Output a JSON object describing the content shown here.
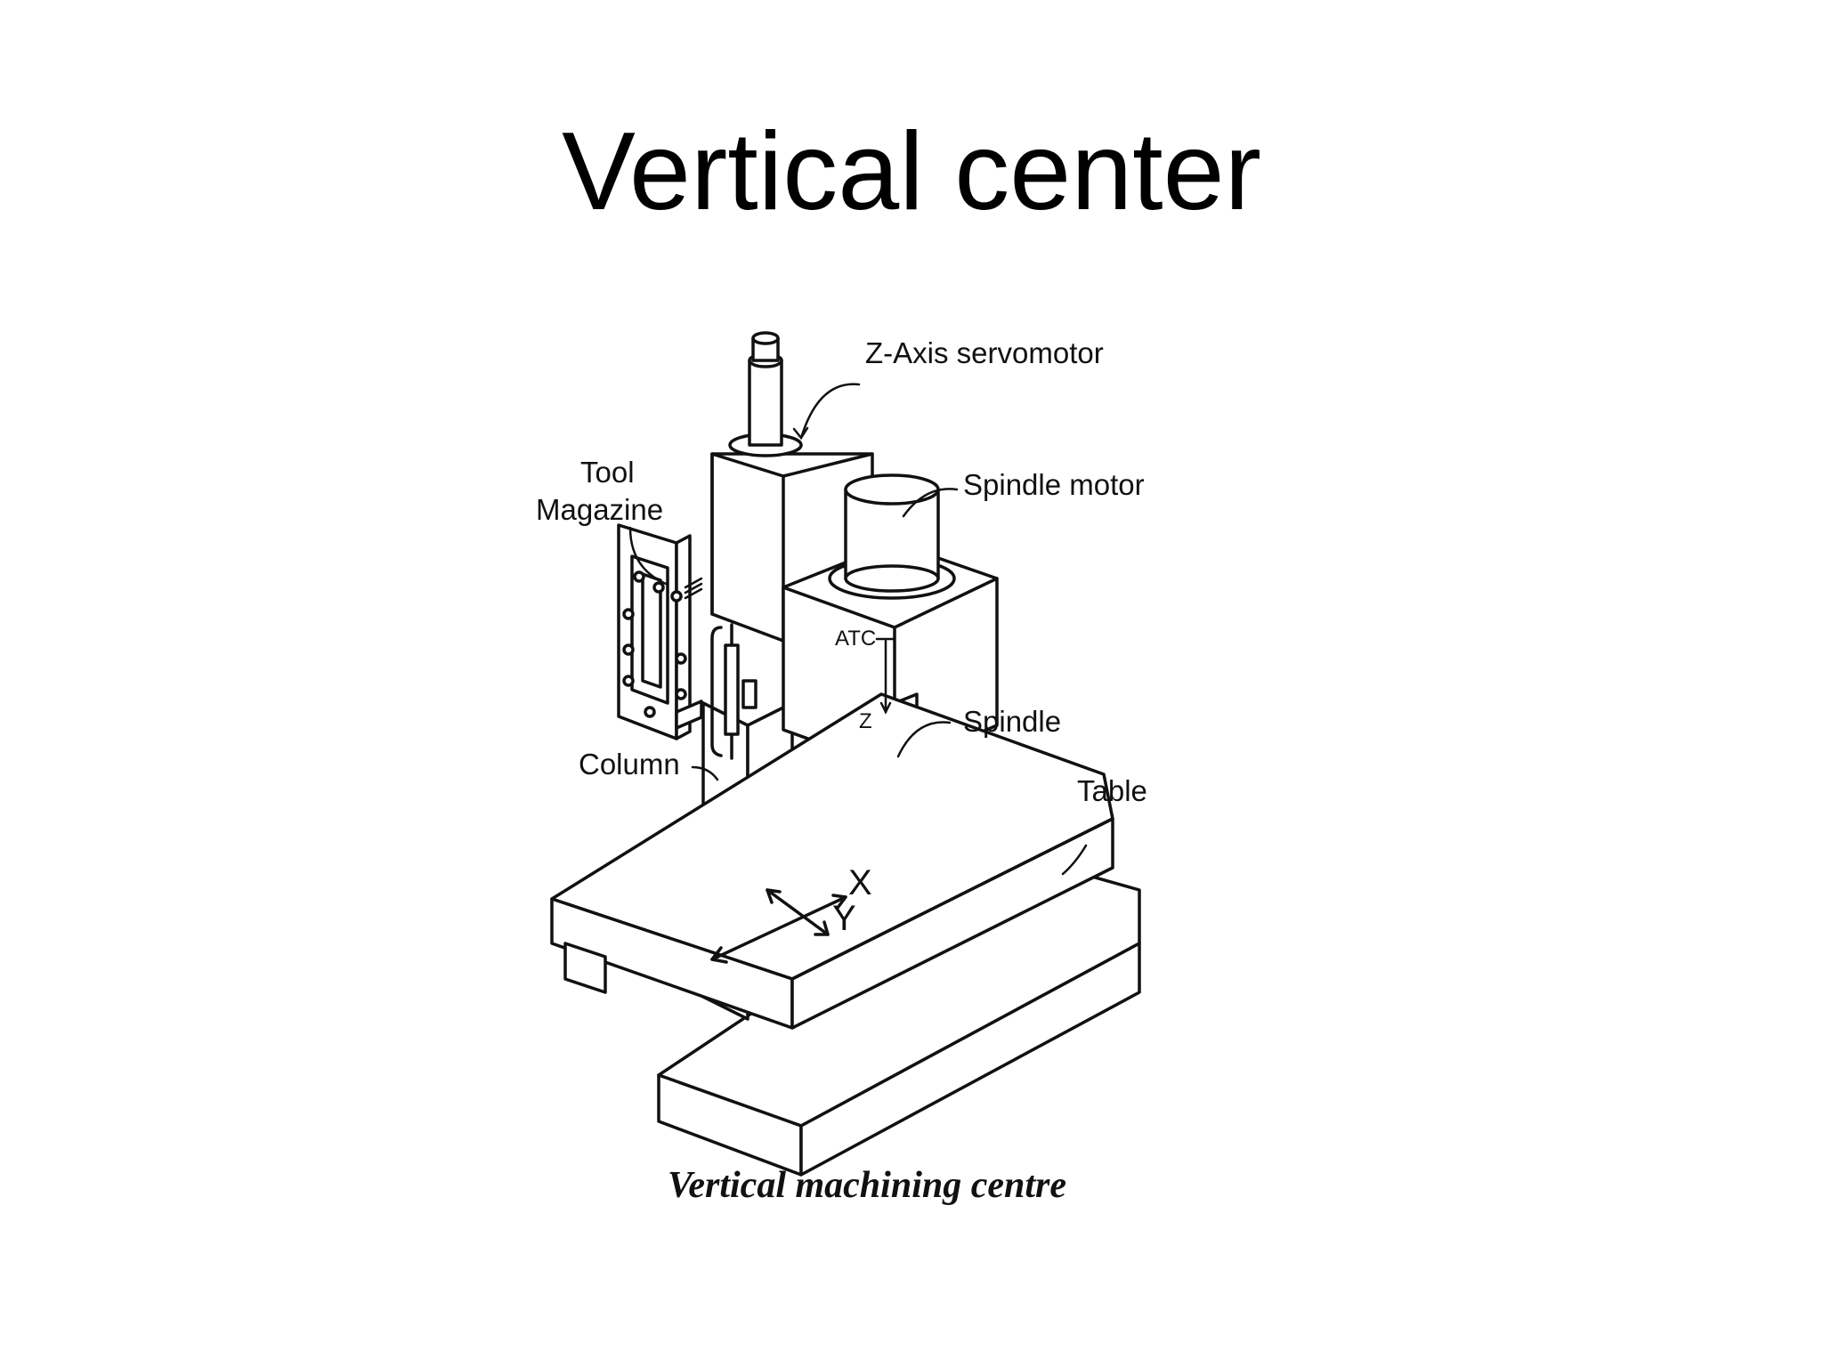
{
  "slide": {
    "title": "Vertical center"
  },
  "diagram": {
    "labels": {
      "z_axis_servomotor": "Z-Axis servomotor",
      "spindle_motor": "Spindle motor",
      "tool": "Tool",
      "magazine": "Magazine",
      "atc": "ATC",
      "z": "Z",
      "spindle": "Spindle",
      "column": "Column",
      "table": "Table",
      "x_axis": "X",
      "y_axis": "Y"
    },
    "caption": "Vertical machining centre"
  }
}
